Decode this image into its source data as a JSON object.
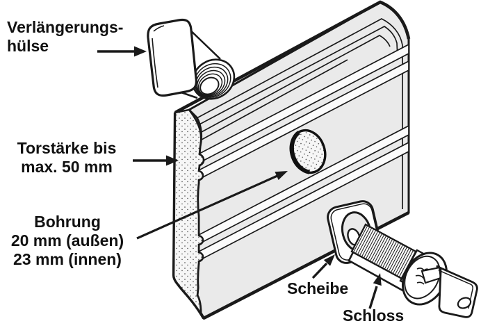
{
  "diagram": {
    "background": "#ffffff",
    "line_color": "#1a1a1a",
    "panel_fill": "#eaeaea",
    "labels": {
      "sleeve": {
        "line1": "Verlängerungs-",
        "line2": "hülse"
      },
      "thickness": {
        "line1": "Torstärke bis",
        "line2": "max. 50 mm"
      },
      "bore": {
        "line1": "Bohrung",
        "line2": "20 mm (außen)",
        "line3": "23 mm (innen)"
      },
      "washer": "Scheibe",
      "lock": "Schloss"
    }
  }
}
